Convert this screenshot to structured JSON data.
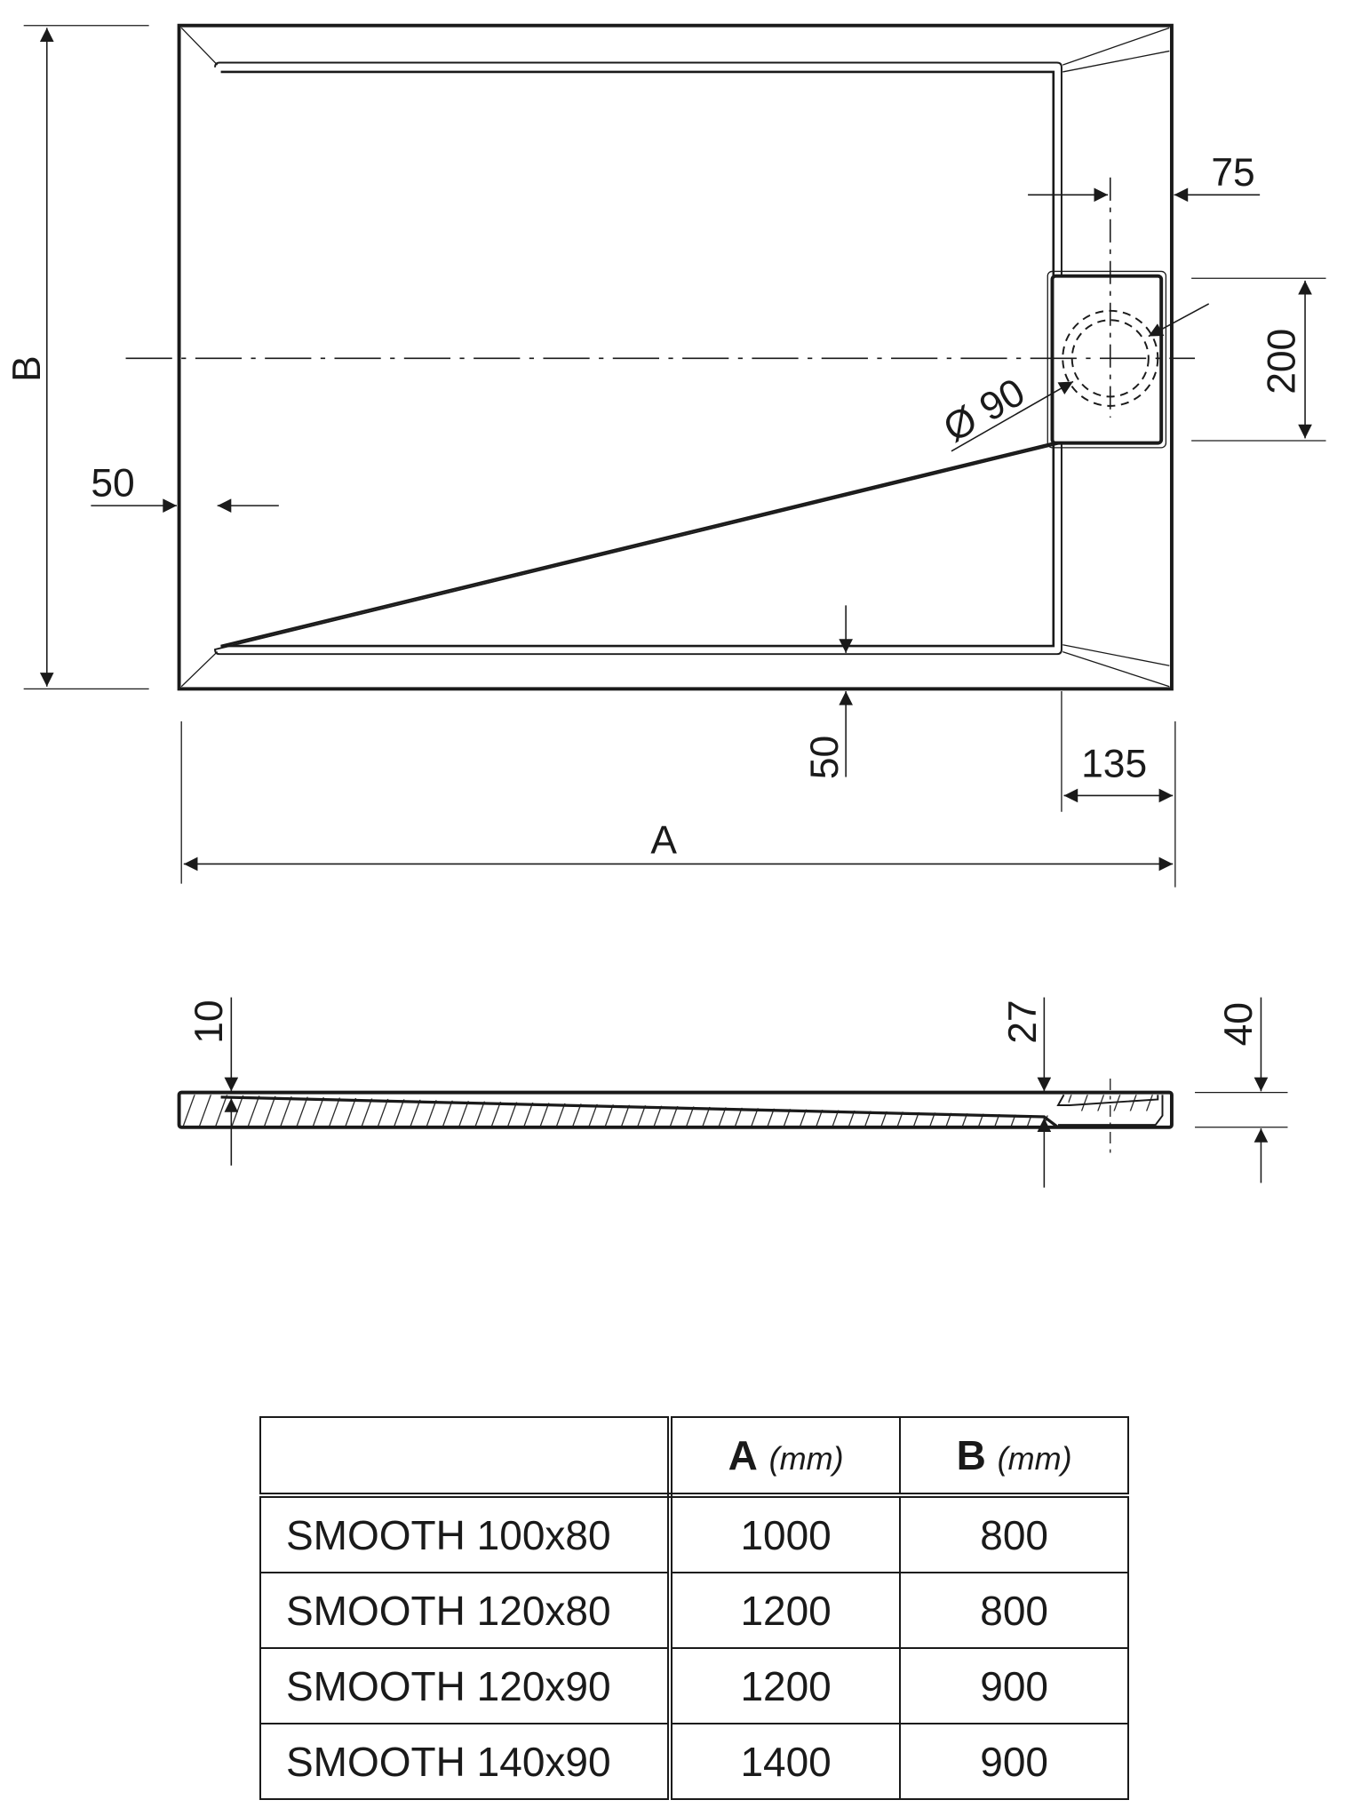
{
  "plan_view": {
    "dim_A": "A",
    "dim_B": "B",
    "dim_left_margin": "50",
    "dim_bottom_margin": "50",
    "dim_drain_offset": "75",
    "dim_drain_height": "200",
    "dim_drain_diameter": "Ø 90",
    "dim_drain_zone": "135"
  },
  "section_view": {
    "dim_min_depth": "10",
    "dim_max_depth": "27",
    "dim_total_height": "40"
  },
  "table": {
    "headers": [
      {
        "label": "",
        "unit": ""
      },
      {
        "label": "A",
        "unit": "(mm)"
      },
      {
        "label": "B",
        "unit": "(mm)"
      }
    ],
    "rows": [
      {
        "model": "SMOOTH 100x80",
        "A": "1000",
        "B": "800"
      },
      {
        "model": "SMOOTH 120x80",
        "A": "1200",
        "B": "800"
      },
      {
        "model": "SMOOTH 120x90",
        "A": "1200",
        "B": "900"
      },
      {
        "model": "SMOOTH 140x90",
        "A": "1400",
        "B": "900"
      }
    ]
  }
}
